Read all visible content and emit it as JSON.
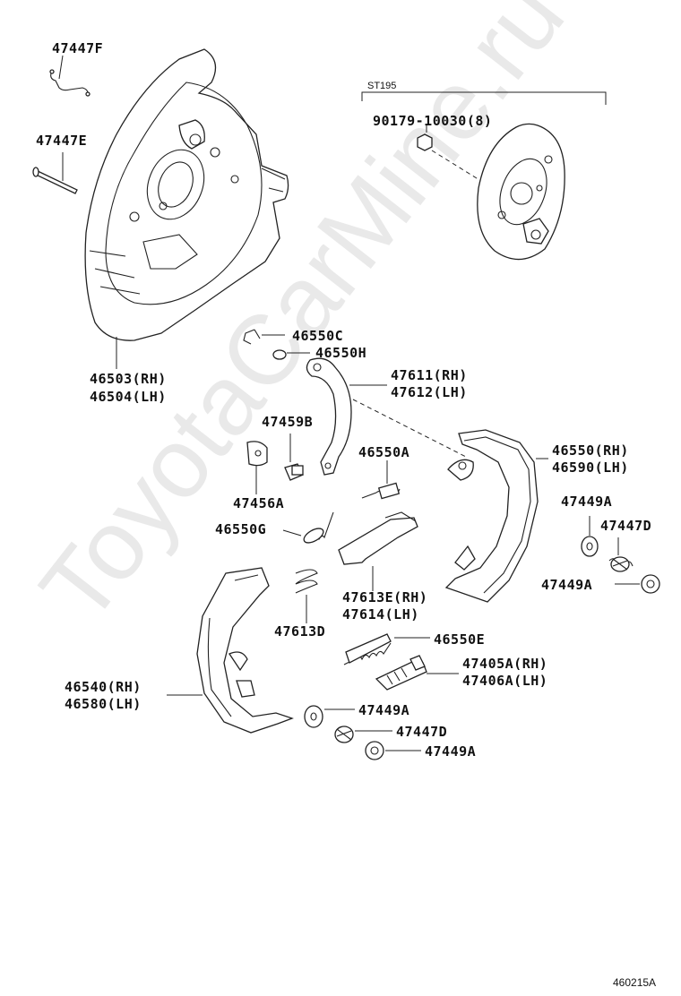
{
  "watermark": "ToyotaCarMine.ru",
  "figure_code": "460215A",
  "variant_label": "ST195",
  "parts": {
    "p47447F": "47447F",
    "p47447E": "47447E",
    "p90179": "90179-10030(8)",
    "p46503": "46503(RH)",
    "p46504": "46504(LH)",
    "p46550C": "46550C",
    "p46550H": "46550H",
    "p47611": "47611(RH)",
    "p47612": "47612(LH)",
    "p47459B": "47459B",
    "p46550A": "46550A",
    "p46550RH": "46550(RH)",
    "p46590": "46590(LH)",
    "p47456A": "47456A",
    "p47449A_1": "47449A",
    "p47447D_1": "47447D",
    "p46550G": "46550G",
    "p47449A_2": "47449A",
    "p47613E": "47613E(RH)",
    "p47614": "47614(LH)",
    "p47613D": "47613D",
    "p46550E": "46550E",
    "p47405A": "47405A(RH)",
    "p47406A": "47406A(LH)",
    "p46540": "46540(RH)",
    "p46580": "46580(LH)",
    "p47449A_3": "47449A",
    "p47447D_2": "47447D",
    "p47449A_4": "47449A"
  }
}
